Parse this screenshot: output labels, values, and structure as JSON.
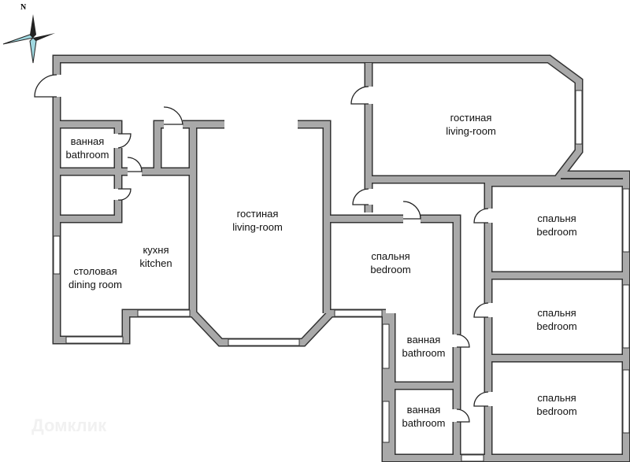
{
  "compass": {
    "north_label": "N"
  },
  "watermark": "Домклик",
  "rooms": [
    {
      "id": "bathroom-1",
      "ru": "ванная",
      "en": "bathroom"
    },
    {
      "id": "kitchen",
      "ru": "кухня",
      "en": "kitchen"
    },
    {
      "id": "dining-room",
      "ru": "столовая",
      "en": "dining room"
    },
    {
      "id": "living-room-center",
      "ru": "гостиная",
      "en": "living-room"
    },
    {
      "id": "living-room-top",
      "ru": "гостиная",
      "en": "living-room"
    },
    {
      "id": "bedroom-middle",
      "ru": "спальня",
      "en": "bedroom"
    },
    {
      "id": "bedroom-right-1",
      "ru": "спальня",
      "en": "bedroom"
    },
    {
      "id": "bedroom-right-2",
      "ru": "спальня",
      "en": "bedroom"
    },
    {
      "id": "bedroom-right-3",
      "ru": "спальня",
      "en": "bedroom"
    },
    {
      "id": "bathroom-2",
      "ru": "ванная",
      "en": "bathroom"
    },
    {
      "id": "bathroom-3",
      "ru": "ванная",
      "en": "bathroom"
    }
  ],
  "colors": {
    "wall": "#a9a9a9",
    "wall_outline": "#333333",
    "compass_accent": "#9fd8e0"
  }
}
